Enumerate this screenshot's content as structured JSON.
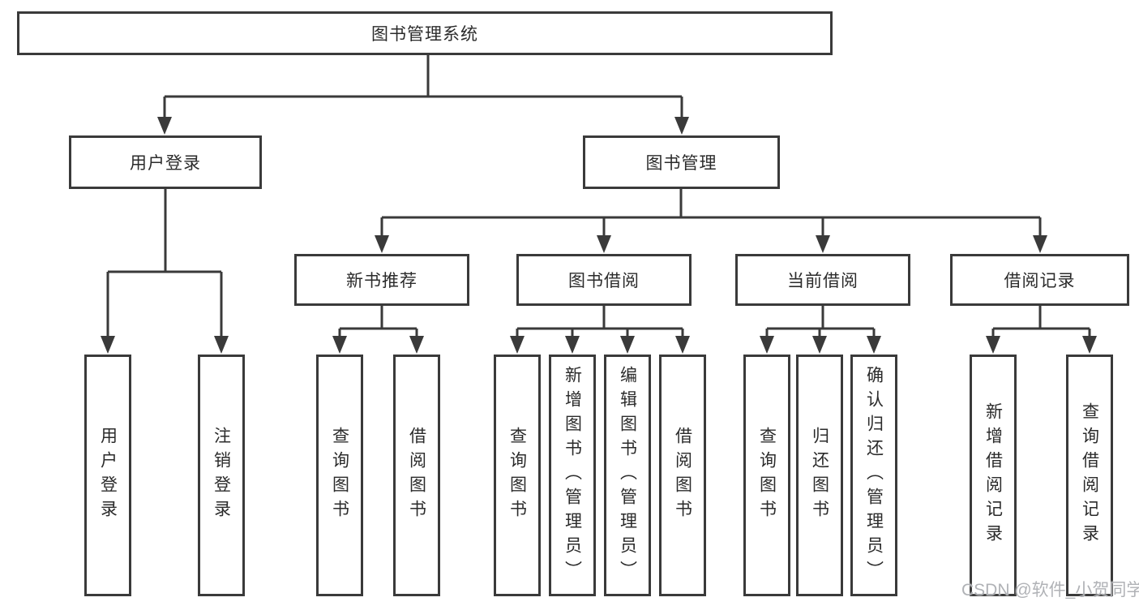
{
  "diagram_title": "图书管理系统",
  "tree": {
    "label": "图书管理系统",
    "children": [
      {
        "label": "用户登录",
        "children": [
          {
            "label": "用户登录"
          },
          {
            "label": "注销登录"
          }
        ]
      },
      {
        "label": "图书管理",
        "children": [
          {
            "label": "新书推荐",
            "children": [
              {
                "label": "查询图书"
              },
              {
                "label": "借阅图书"
              }
            ]
          },
          {
            "label": "图书借阅",
            "children": [
              {
                "label": "查询图书"
              },
              {
                "label": "新增图书（管理员）"
              },
              {
                "label": "编辑图书（管理员）"
              },
              {
                "label": "借阅图书"
              }
            ]
          },
          {
            "label": "当前借阅",
            "children": [
              {
                "label": "查询图书"
              },
              {
                "label": "归还图书"
              },
              {
                "label": "确认归还（管理员）"
              }
            ]
          },
          {
            "label": "借阅记录",
            "children": [
              {
                "label": "新增借阅记录"
              },
              {
                "label": "查询借阅记录"
              }
            ]
          }
        ]
      }
    ]
  },
  "watermark": {
    "text": "CSDN @软件_小贺同学"
  },
  "colors": {
    "line": "#3a3a3a",
    "text": "#2b2b2b",
    "box_background": "#ffffff",
    "watermark": "#acaeb2",
    "background": "#ffffff"
  }
}
